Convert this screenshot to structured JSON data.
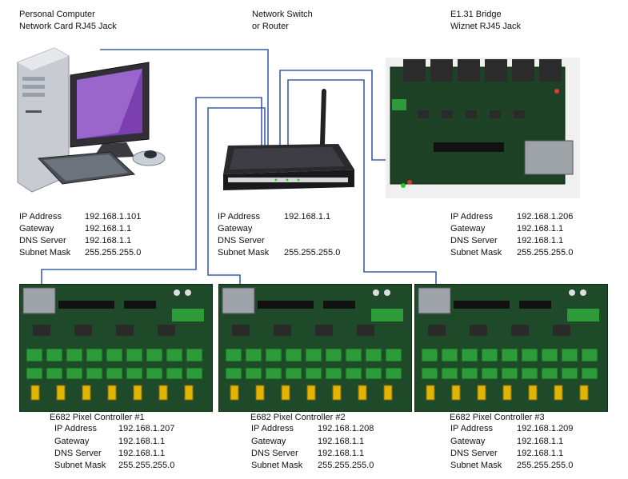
{
  "headers": {
    "pc": [
      "Personal Computer",
      "Network Card RJ45 Jack"
    ],
    "switch": [
      "Network Switch",
      "or Router"
    ],
    "bridge": [
      "E1.31 Bridge",
      "Wiznet RJ45 Jack"
    ]
  },
  "pc_net": {
    "ip_label": "IP Address",
    "ip": "192.168.1.101",
    "gw_label": "Gateway",
    "gw": "192.168.1.1",
    "dns_label": "DNS Server",
    "dns": "192.168.1.1",
    "mask_label": "Subnet Mask",
    "mask": "255.255.255.0"
  },
  "switch_net": {
    "ip_label": "IP Address",
    "ip": "192.168.1.1",
    "gw_label": "Gateway",
    "gw": "",
    "dns_label": "DNS Server",
    "dns": "",
    "mask_label": "Subnet Mask",
    "mask": "255.255.255.0"
  },
  "bridge_net": {
    "ip_label": "IP Address",
    "ip": "192.168.1.206",
    "gw_label": "Gateway",
    "gw": "192.168.1.1",
    "dns_label": "DNS Server",
    "dns": "192.168.1.1",
    "mask_label": "Subnet Mask",
    "mask": "255.255.255.0"
  },
  "controllers": [
    {
      "title": "E682 Pixel Controller #1",
      "ip_label": "IP Address",
      "ip": "192.168.1.207",
      "gw_label": "Gateway",
      "gw": "192.168.1.1",
      "dns_label": "DNS Server",
      "dns": "192.168.1.1",
      "mask_label": "Subnet Mask",
      "mask": "255.255.255.0"
    },
    {
      "title": "E682 Pixel Controller #2",
      "ip_label": "IP Address",
      "ip": "192.168.1.208",
      "gw_label": "Gateway",
      "gw": "192.168.1.1",
      "dns_label": "DNS Server",
      "dns": "192.168.1.1",
      "mask_label": "Subnet Mask",
      "mask": "255.255.255.0"
    },
    {
      "title": "E682 Pixel Controller #3",
      "ip_label": "IP Address",
      "ip": "192.168.1.209",
      "gw_label": "Gateway",
      "gw": "192.168.1.1",
      "dns_label": "DNS Server",
      "dns": "192.168.1.1",
      "mask_label": "Subnet Mask",
      "mask": "255.255.255.0"
    }
  ],
  "colors": {
    "cable": "#3a5fa8",
    "pcb": "#1f4a2a",
    "screen": "#7b3fb0"
  }
}
